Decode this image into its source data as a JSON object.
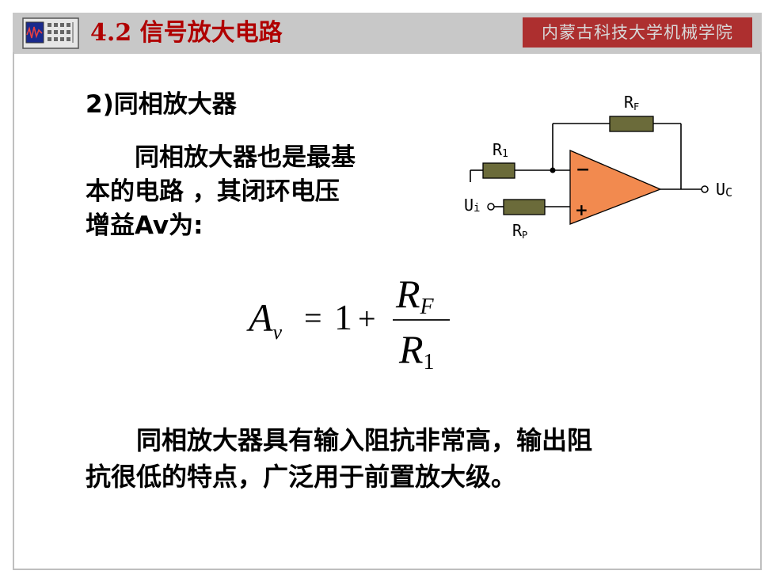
{
  "header": {
    "section_number": "4.2",
    "title": "信号放大电路",
    "school": "内蒙古科技大学机械学院"
  },
  "content": {
    "subtitle": "2)同相放大器",
    "intro_lines": [
      "　　同相放大器也是最基",
      "本的电路 ，其闭环电压",
      "增益Av为:"
    ],
    "formula": {
      "lhs": "A",
      "lhs_sub": "v",
      "equals": "=",
      "one": "1",
      "plus": "+",
      "numerator": "R",
      "numerator_sub": "F",
      "denominator": "R",
      "denominator_sub": "1"
    },
    "conclusion_lines": [
      "　　同相放大器具有输入阻抗非常高，输出阻",
      "抗很低的特点，广泛用于前置放大级。"
    ]
  },
  "circuit": {
    "rf_label": "R",
    "rf_sub": "F",
    "r1_label": "R",
    "r1_sub": "1",
    "rp_label": "R",
    "rp_sub": "P",
    "input_label": "U",
    "input_sub": "i",
    "output_label": "U",
    "output_sub": "C",
    "minus_symbol": "−",
    "plus_symbol": "+",
    "colors": {
      "resistor": "#6b6b3a",
      "opamp": "#f28a4f"
    }
  }
}
